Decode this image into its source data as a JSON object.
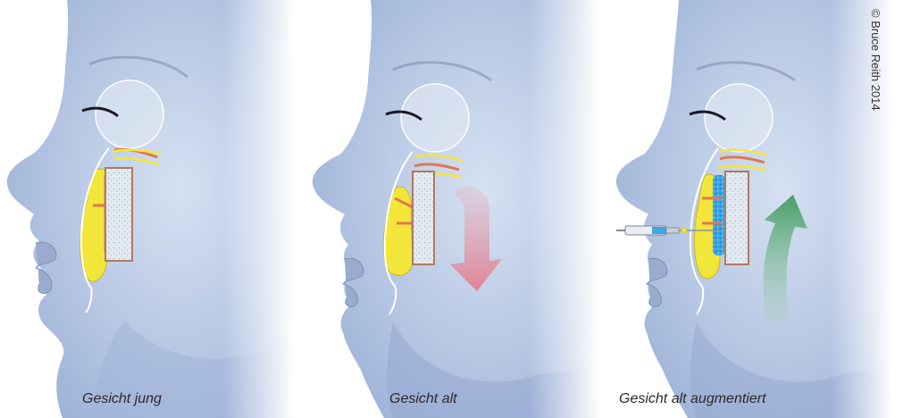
{
  "panels": [
    {
      "caption": "Gesicht jung",
      "state": "young"
    },
    {
      "caption": "Gesicht alt",
      "state": "aged",
      "arrow": "down"
    },
    {
      "caption": "Gesicht alt augmentiert",
      "state": "augmented",
      "arrow": "up"
    }
  ],
  "copyright": "© Bruce Reith 2014",
  "colors": {
    "skin": "#b9c9e4",
    "skin_shadow": "#8ea4cc",
    "fat": "#f3e63a",
    "bone_fill": "#dfe7ef",
    "bone_border": "#b07a60",
    "muscle": "#e0784e",
    "filler": "#2aa0e0",
    "arrow_down": "#e79aa5",
    "arrow_up": "#5aa870"
  }
}
